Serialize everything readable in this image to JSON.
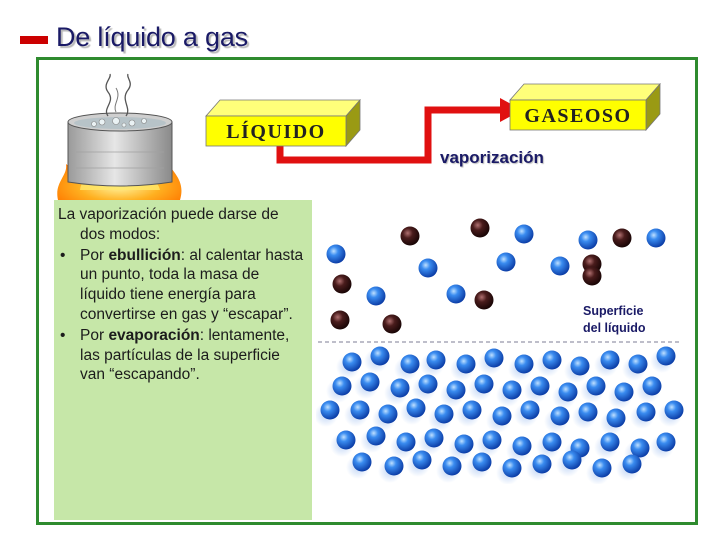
{
  "title": "De líquido a gas",
  "diagram": {
    "liquid_label": "LÍQUIDO",
    "gas_label": "GASEOSO",
    "process_label": "vaporización",
    "surface_label_line1": "Superficie",
    "surface_label_line2": "del líquido"
  },
  "info": {
    "intro": "La vaporización puede darse de dos modos:",
    "bullet1_prefix": "Por ",
    "bullet1_term": "ebullición",
    "bullet1_text": ": al calentar hasta un punto, toda la masa de líquido tiene energía para convertirse en gas y “escapar”.",
    "bullet2_prefix": "Por ",
    "bullet2_term": "evaporación",
    "bullet2_text": ": lentamente, las partículas de la superficie van “escapando”."
  },
  "colors": {
    "title_marker": "#cc0000",
    "frame": "#2e8b2e",
    "info_bg": "#c6e7a8",
    "arrow": "#e01010",
    "blue_particle": "#1f6fe0",
    "brown_particle": "#3a1414"
  },
  "icons": [
    "pot-on-fire-icon"
  ]
}
